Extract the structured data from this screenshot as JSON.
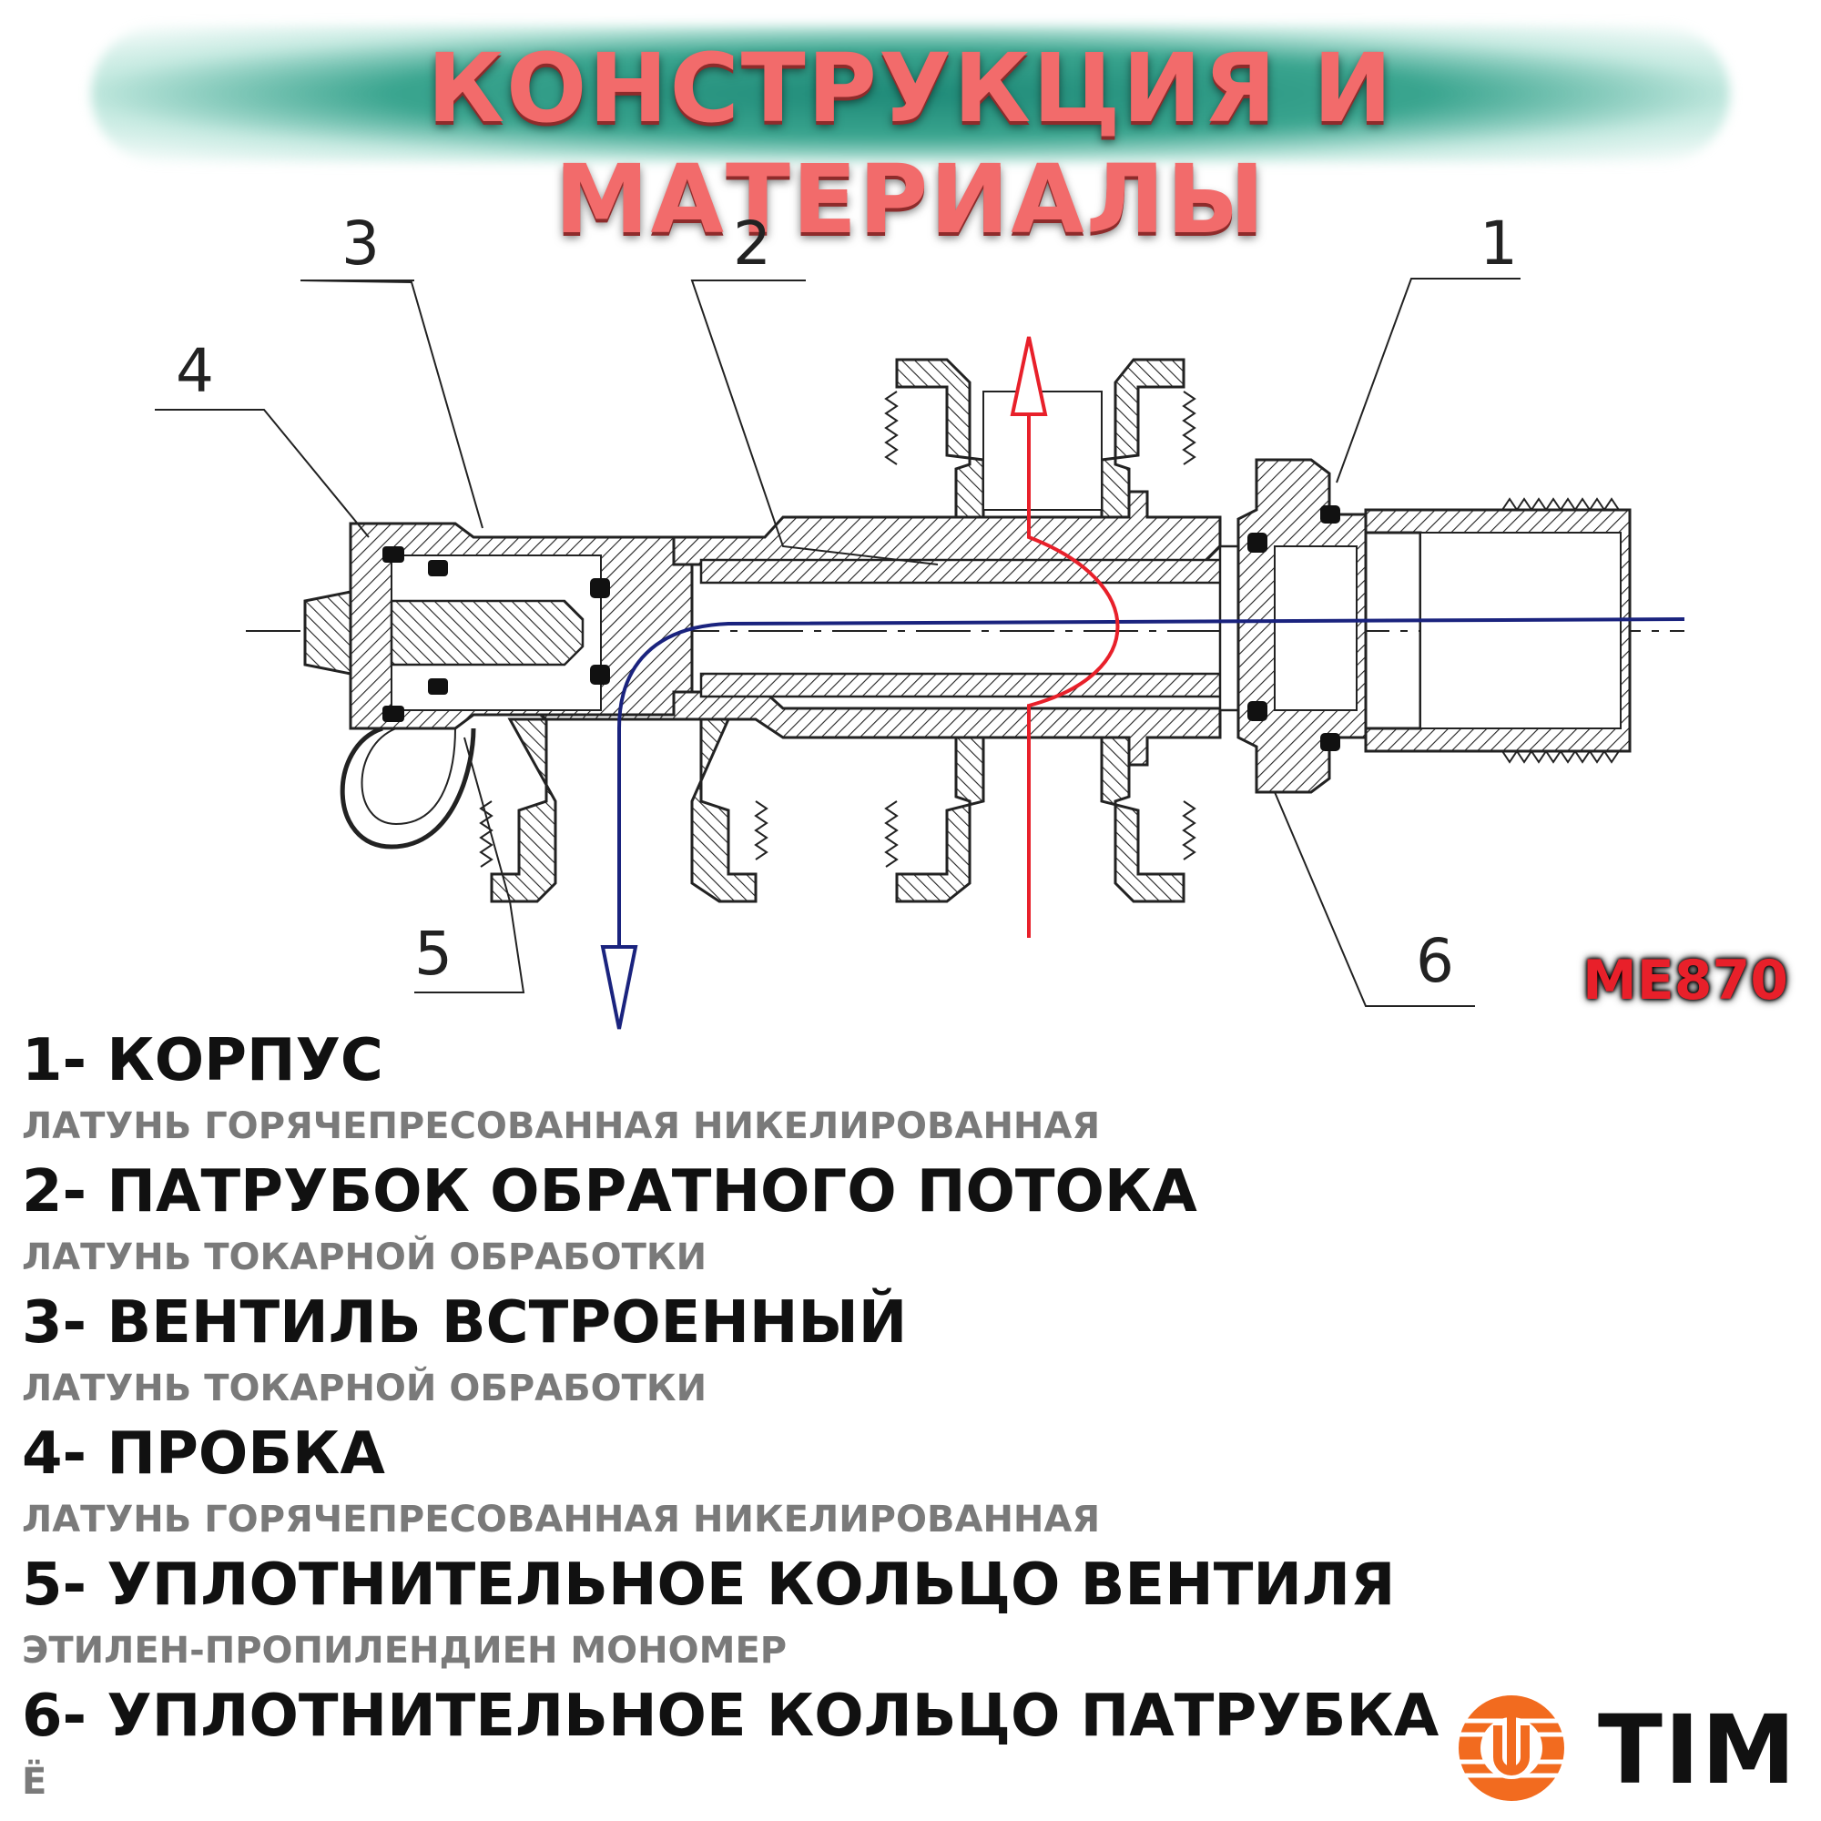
{
  "title": "КОНСТРУКЦИЯ И МАТЕРИАЛЫ",
  "model": "ME870",
  "callouts": [
    "1",
    "2",
    "3",
    "4",
    "5",
    "6"
  ],
  "parts": [
    {
      "name": "1- КОРПУС",
      "material": "ЛАТУНЬ ГОРЯЧЕПРЕСОВАННАЯ НИКЕЛИРОВАННАЯ"
    },
    {
      "name": "2- ПАТРУБОК ОБРАТНОГО ПОТОКА",
      "material": "ЛАТУНЬ ТОКАРНОЙ ОБРАБОТКИ"
    },
    {
      "name": "3- ВЕНТИЛЬ ВСТРОЕННЫЙ",
      "material": "ЛАТУНЬ ТОКАРНОЙ ОБРАБОТКИ"
    },
    {
      "name": "4- ПРОБКА",
      "material": "ЛАТУНЬ ГОРЯЧЕПРЕСОВАННАЯ НИКЕЛИРОВАННАЯ"
    },
    {
      "name": "5- УПЛОТНИТЕЛЬНОЕ КОЛЬЦО ВЕНТИЛЯ",
      "material": "ЭТИЛЕН-ПРОПИЛЕНДИЕН МОНОМЕР"
    },
    {
      "name": "6- УПЛОТНИТЕЛЬНОЕ КОЛЬЦО ПАТРУБКА",
      "material": "Ё"
    }
  ],
  "brand": {
    "name": "TIM",
    "logo_icon": "tim-logo-icon"
  },
  "colors": {
    "title": "#f26b6b",
    "banner": "#2a9a84",
    "supply_arrow": "#e8202a",
    "return_arrow": "#1a237e",
    "model_code": "#e8202a",
    "logo": "#f26b1f"
  }
}
